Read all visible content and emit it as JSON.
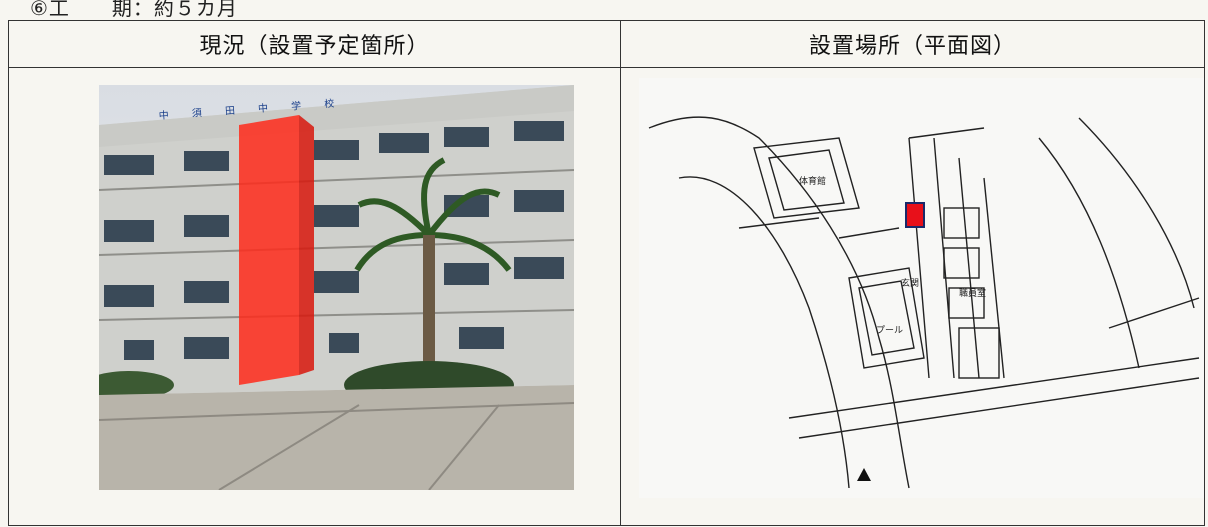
{
  "header_fragment": "⑥工　　期：約５カ月",
  "columns": {
    "left_title": "現況（設置予定箇所）",
    "right_title": "設置場所（平面図）"
  },
  "photo": {
    "banner_text": "中 須 田 中 学 校",
    "highlight_color": "#ff2a1a"
  },
  "plan": {
    "labels": {
      "gym": "体育館",
      "entrance": "玄関",
      "pool": "プール",
      "office": "職員室"
    },
    "marker_color": "#e8101a"
  }
}
